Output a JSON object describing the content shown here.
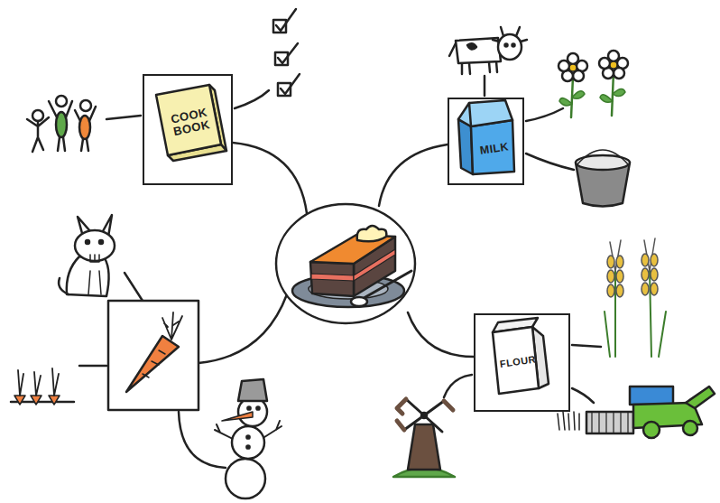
{
  "diagram": {
    "nodes": [
      {
        "text": [
          "COOK BOOK"
        ]
      },
      {
        "text": [
          "MILK"
        ]
      },
      {
        "text": [
          "FLOUR"
        ]
      }
    ]
  }
}
